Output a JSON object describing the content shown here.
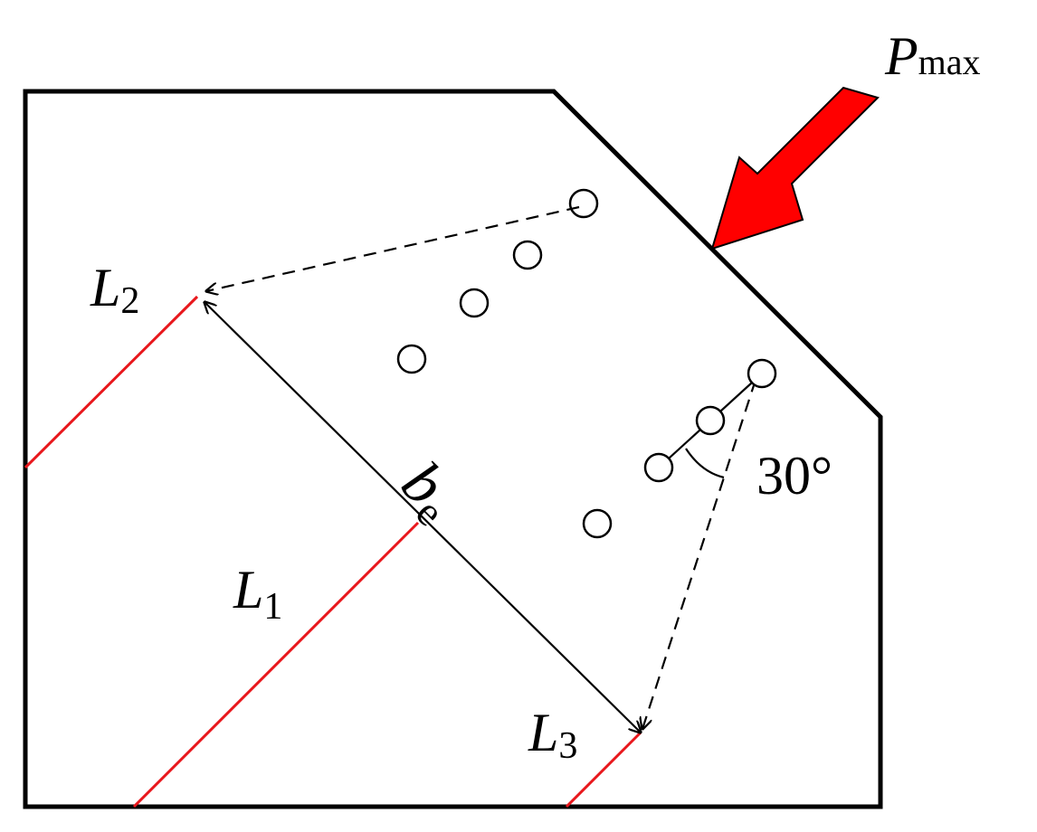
{
  "labels": {
    "pmax": {
      "main": "P",
      "sub": "max"
    },
    "l1": {
      "main": "L",
      "sub": "1"
    },
    "l2": {
      "main": "L",
      "sub": "2"
    },
    "l3": {
      "main": "L",
      "sub": "3"
    },
    "be": {
      "main": "b",
      "sub": "e"
    },
    "angle": "30°"
  },
  "colors": {
    "outline": "#000000",
    "failure_line": "#e8171c",
    "load_arrow": "#ff0000"
  }
}
